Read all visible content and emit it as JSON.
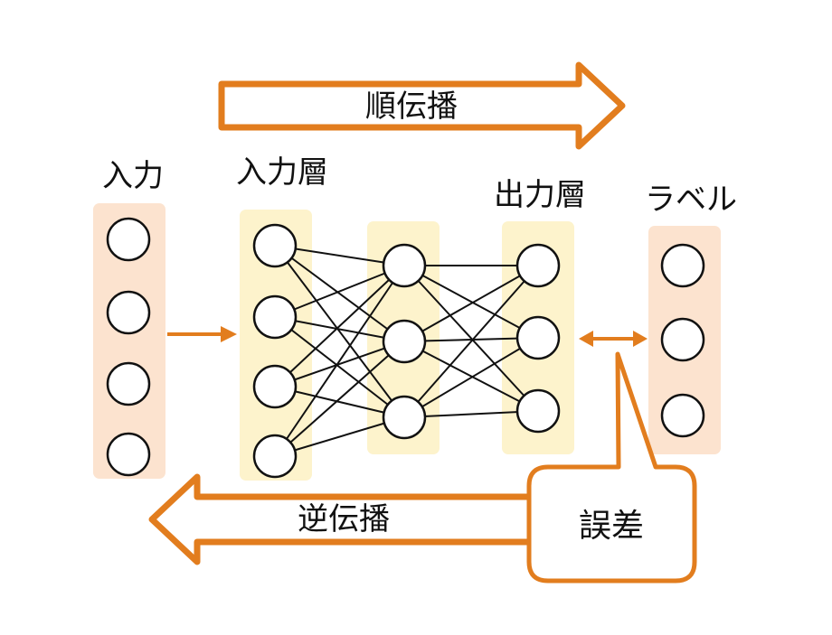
{
  "labels": {
    "forward": "順伝播",
    "input": "入力",
    "input_layer": "入力層",
    "output_layer": "出力層",
    "label": "ラベル",
    "backward": "逆伝播",
    "error": "誤差"
  },
  "colors": {
    "accent": "#E27D1E",
    "input_panel": "#FCE3CF",
    "layer_panel": "#FDF3CC",
    "node_fill": "#FFFFFF",
    "node_stroke": "#111111"
  },
  "network": {
    "input_nodes": 4,
    "input_layer_nodes": 4,
    "hidden_layer_nodes": 3,
    "output_layer_nodes": 3,
    "label_nodes": 3
  }
}
